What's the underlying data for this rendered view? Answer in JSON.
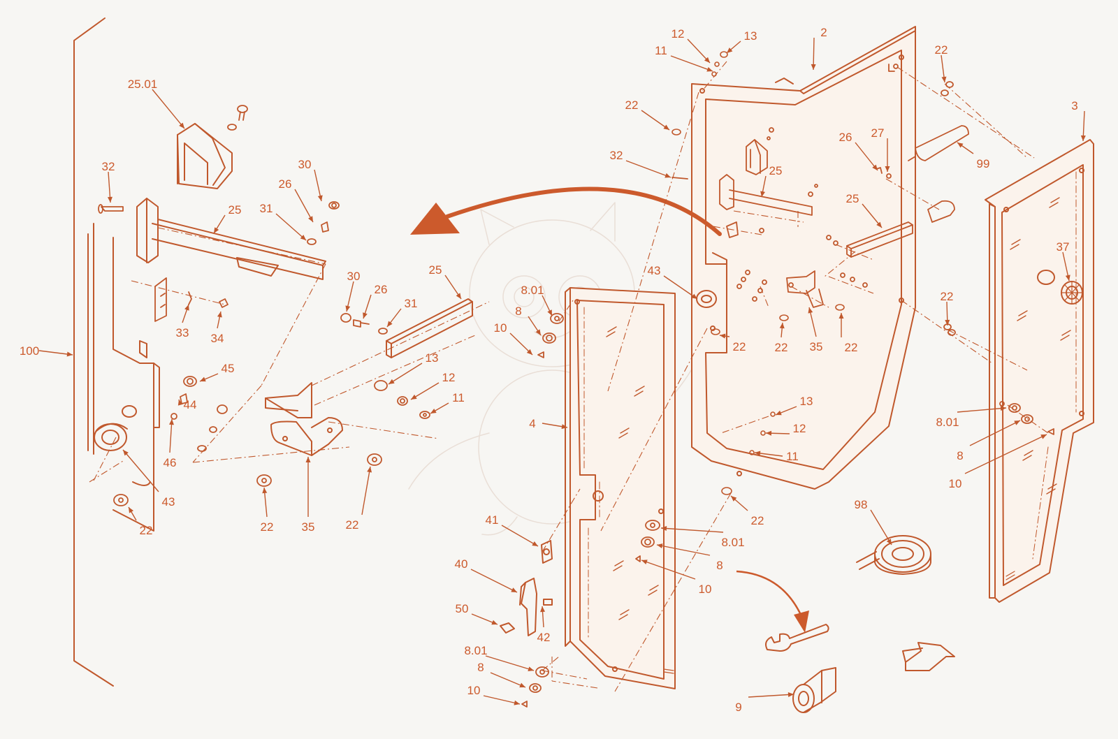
{
  "title": "",
  "colors": {
    "background": "#f7f6f3",
    "line": "#c0582c",
    "accent": "#cc5a2c",
    "fill_light": "#fbf3ec",
    "watermark": "#e9ded6"
  },
  "icons": {
    "rotate_arrow": "curved-arrow-icon",
    "tool_arrow": "curved-arrow-icon",
    "wrench": "wrench-icon",
    "socket_tool": "socket-tool-icon",
    "tape_roll": "sealing-tape-roll-icon",
    "direction": "direction-arrow-icon",
    "watermark": "dragon-mascot-watermark"
  },
  "labels": [
    {
      "id": "l100",
      "text": "100"
    },
    {
      "id": "l2501",
      "text": "25.01"
    },
    {
      "id": "l32a",
      "text": "32"
    },
    {
      "id": "l25a",
      "text": "25"
    },
    {
      "id": "l30a",
      "text": "30"
    },
    {
      "id": "l26a",
      "text": "26"
    },
    {
      "id": "l31a",
      "text": "31"
    },
    {
      "id": "l33",
      "text": "33"
    },
    {
      "id": "l34",
      "text": "34"
    },
    {
      "id": "l45",
      "text": "45"
    },
    {
      "id": "l44",
      "text": "44"
    },
    {
      "id": "l46",
      "text": "46"
    },
    {
      "id": "l43a",
      "text": "43"
    },
    {
      "id": "l22a",
      "text": "22"
    },
    {
      "id": "l22b",
      "text": "22"
    },
    {
      "id": "l35a",
      "text": "35"
    },
    {
      "id": "l22c",
      "text": "22"
    },
    {
      "id": "l30b",
      "text": "30"
    },
    {
      "id": "l26b",
      "text": "26"
    },
    {
      "id": "l31b",
      "text": "31"
    },
    {
      "id": "l25b",
      "text": "25"
    },
    {
      "id": "l13a",
      "text": "13"
    },
    {
      "id": "l12a",
      "text": "12"
    },
    {
      "id": "l11a",
      "text": "11"
    },
    {
      "id": "l801a",
      "text": "8.01"
    },
    {
      "id": "l8a",
      "text": "8"
    },
    {
      "id": "l10a",
      "text": "10"
    },
    {
      "id": "l4",
      "text": "4"
    },
    {
      "id": "l41",
      "text": "41"
    },
    {
      "id": "l40",
      "text": "40"
    },
    {
      "id": "l50",
      "text": "50"
    },
    {
      "id": "l42",
      "text": "42"
    },
    {
      "id": "l801b",
      "text": "8.01"
    },
    {
      "id": "l8b",
      "text": "8"
    },
    {
      "id": "l10b",
      "text": "10"
    },
    {
      "id": "l12b",
      "text": "12"
    },
    {
      "id": "l13b",
      "text": "13"
    },
    {
      "id": "l11b",
      "text": "11"
    },
    {
      "id": "l2",
      "text": "2"
    },
    {
      "id": "l22d",
      "text": "22"
    },
    {
      "id": "l22e",
      "text": "22"
    },
    {
      "id": "l32b",
      "text": "32"
    },
    {
      "id": "l25c",
      "text": "25"
    },
    {
      "id": "l26c",
      "text": "26"
    },
    {
      "id": "l27",
      "text": "27"
    },
    {
      "id": "l99",
      "text": "99"
    },
    {
      "id": "l25d",
      "text": "25"
    },
    {
      "id": "l43b",
      "text": "43"
    },
    {
      "id": "l22f",
      "text": "22"
    },
    {
      "id": "l22g",
      "text": "22"
    },
    {
      "id": "l35b",
      "text": "35"
    },
    {
      "id": "l22h",
      "text": "22"
    },
    {
      "id": "l13c",
      "text": "13"
    },
    {
      "id": "l12c",
      "text": "12"
    },
    {
      "id": "l11c",
      "text": "11"
    },
    {
      "id": "l22i",
      "text": "22"
    },
    {
      "id": "l98",
      "text": "98"
    },
    {
      "id": "l801c",
      "text": "8.01"
    },
    {
      "id": "l8c",
      "text": "8"
    },
    {
      "id": "l10c",
      "text": "10"
    },
    {
      "id": "l9",
      "text": "9"
    },
    {
      "id": "l3",
      "text": "3"
    },
    {
      "id": "l37",
      "text": "37"
    },
    {
      "id": "l22j",
      "text": "22"
    },
    {
      "id": "l801d",
      "text": "8.01"
    },
    {
      "id": "l8d",
      "text": "8"
    },
    {
      "id": "l10d",
      "text": "10"
    }
  ]
}
